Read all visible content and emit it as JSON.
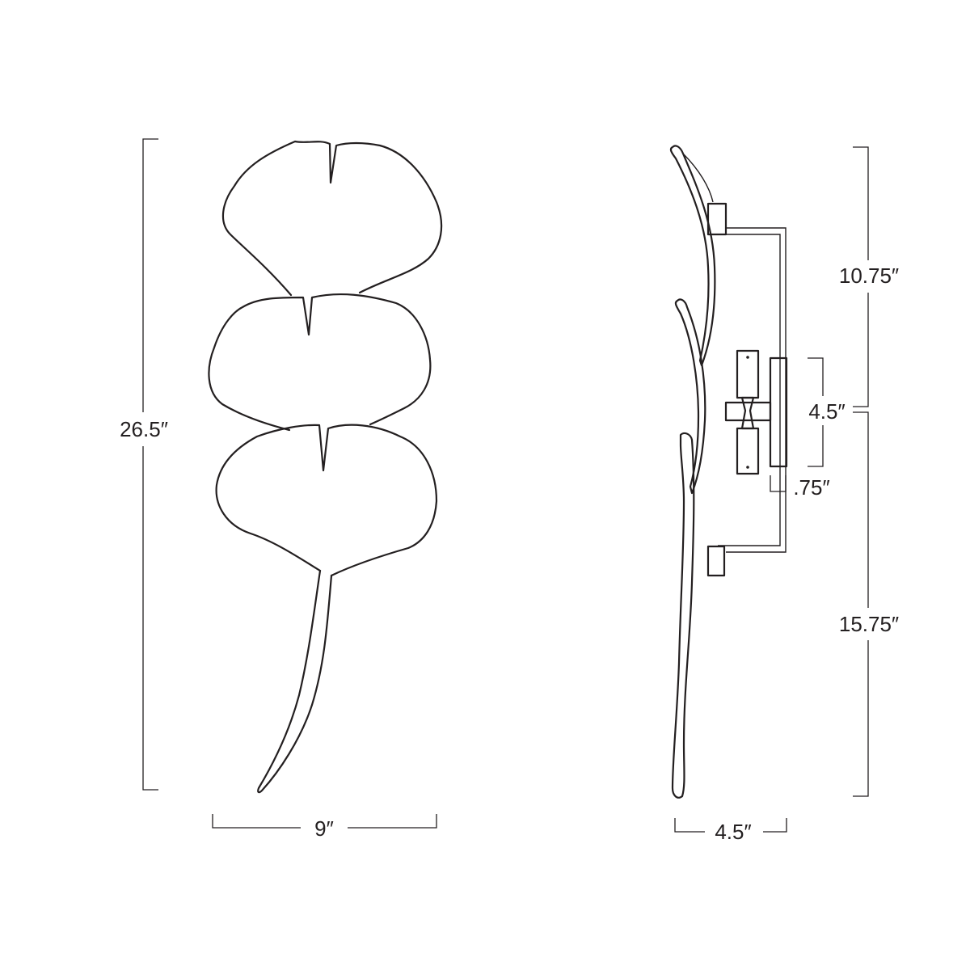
{
  "dimensions": {
    "front_height": "26.5″",
    "front_width": "9″",
    "side_upper_height": "10.75″",
    "side_lower_height": "15.75″",
    "backplate_height": "4.5″",
    "backplate_depth": ".75″",
    "side_depth": "4.5″"
  },
  "colors": {
    "line": "#231f20",
    "background": "#ffffff"
  }
}
